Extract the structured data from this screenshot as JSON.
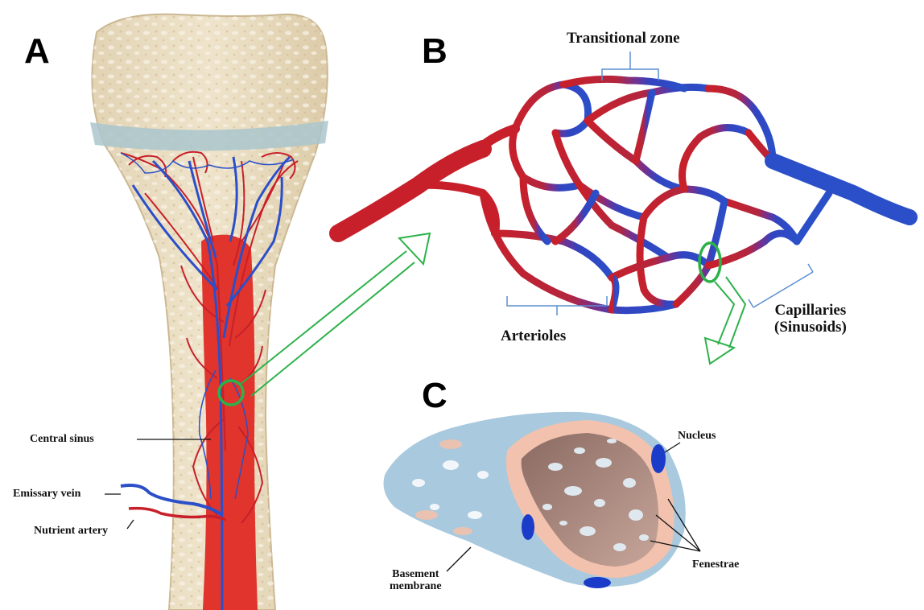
{
  "panels": {
    "a": "A",
    "b": "B",
    "c": "C"
  },
  "panel_a": {
    "central_sinus": "Central sinus",
    "emissary_vein": "Emissary vein",
    "nutrient_artery": "Nutrient artery"
  },
  "panel_b": {
    "transitional_zone": "Transitional zone",
    "arterioles": "Arterioles",
    "capillaries_line1": "Capillaries",
    "capillaries_line2": "(Sinusoids)"
  },
  "panel_c": {
    "nucleus": "Nucleus",
    "fenestrae": "Fenestrae",
    "basement_line1": "Basement",
    "basement_line2": "membrane"
  },
  "colors": {
    "artery_red": "#c8202a",
    "vein_blue": "#2b4fc8",
    "marrow_red": "#e0342c",
    "bone": "#e9dcc0",
    "growth_plate": "#a9c6cc",
    "highlight_green": "#2db24a",
    "bracket_blue": "#5b8fd0",
    "membrane_blue": "#a9c9df",
    "endothelium_pink": "#f2c2ae",
    "lumen_brown": "#b08a80",
    "nucleus_blue": "#1a3cc8"
  }
}
